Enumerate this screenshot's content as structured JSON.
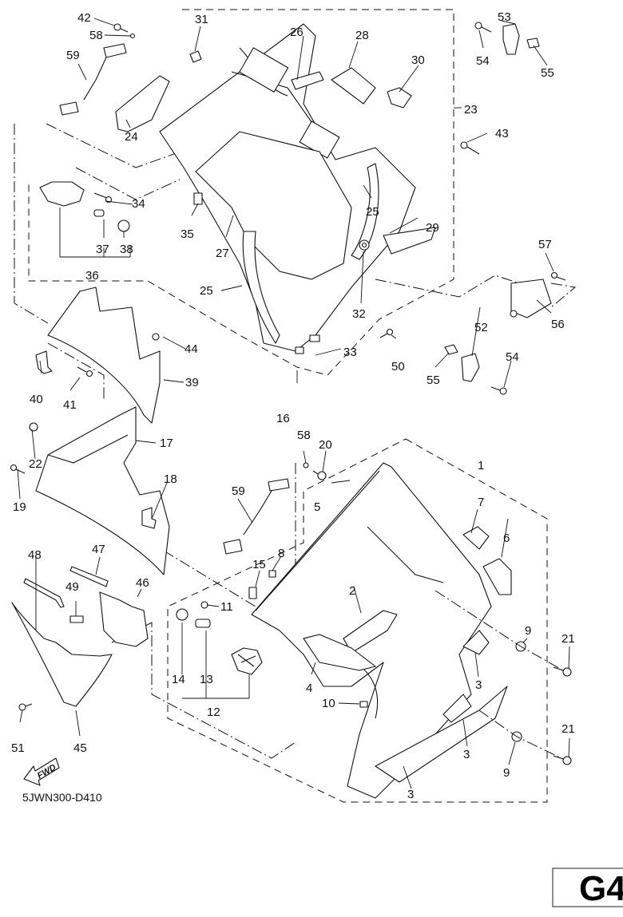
{
  "diagram": {
    "title": "Fairing / cowling exploded parts diagram",
    "drawing_code": "5JWN300-D410",
    "page_tab": "G4",
    "forward_arrow_label": "FWD",
    "callouts": [
      {
        "id": "c1",
        "label": "1"
      },
      {
        "id": "c2",
        "label": "2"
      },
      {
        "id": "c3a",
        "label": "3"
      },
      {
        "id": "c3b",
        "label": "3"
      },
      {
        "id": "c3c",
        "label": "3"
      },
      {
        "id": "c4",
        "label": "4"
      },
      {
        "id": "c5",
        "label": "5"
      },
      {
        "id": "c6",
        "label": "6"
      },
      {
        "id": "c7",
        "label": "7"
      },
      {
        "id": "c8",
        "label": "8"
      },
      {
        "id": "c9a",
        "label": "9"
      },
      {
        "id": "c9b",
        "label": "9"
      },
      {
        "id": "c10",
        "label": "10"
      },
      {
        "id": "c11",
        "label": "11"
      },
      {
        "id": "c12",
        "label": "12"
      },
      {
        "id": "c13",
        "label": "13"
      },
      {
        "id": "c14",
        "label": "14"
      },
      {
        "id": "c15",
        "label": "15"
      },
      {
        "id": "c16",
        "label": "16"
      },
      {
        "id": "c17",
        "label": "17"
      },
      {
        "id": "c18",
        "label": "18"
      },
      {
        "id": "c19",
        "label": "19"
      },
      {
        "id": "c20",
        "label": "20"
      },
      {
        "id": "c21a",
        "label": "21"
      },
      {
        "id": "c21b",
        "label": "21"
      },
      {
        "id": "c22",
        "label": "22"
      },
      {
        "id": "c23",
        "label": "23"
      },
      {
        "id": "c24",
        "label": "24"
      },
      {
        "id": "c25a",
        "label": "25"
      },
      {
        "id": "c25b",
        "label": "25"
      },
      {
        "id": "c26",
        "label": "26"
      },
      {
        "id": "c27",
        "label": "27"
      },
      {
        "id": "c28",
        "label": "28"
      },
      {
        "id": "c29",
        "label": "29"
      },
      {
        "id": "c30",
        "label": "30"
      },
      {
        "id": "c31",
        "label": "31"
      },
      {
        "id": "c32",
        "label": "32"
      },
      {
        "id": "c33",
        "label": "33"
      },
      {
        "id": "c34",
        "label": "34"
      },
      {
        "id": "c35",
        "label": "35"
      },
      {
        "id": "c36",
        "label": "36"
      },
      {
        "id": "c37",
        "label": "37"
      },
      {
        "id": "c38",
        "label": "38"
      },
      {
        "id": "c39",
        "label": "39"
      },
      {
        "id": "c40",
        "label": "40"
      },
      {
        "id": "c41",
        "label": "41"
      },
      {
        "id": "c42",
        "label": "42"
      },
      {
        "id": "c43",
        "label": "43"
      },
      {
        "id": "c44",
        "label": "44"
      },
      {
        "id": "c45",
        "label": "45"
      },
      {
        "id": "c46",
        "label": "46"
      },
      {
        "id": "c47",
        "label": "47"
      },
      {
        "id": "c48",
        "label": "48"
      },
      {
        "id": "c49",
        "label": "49"
      },
      {
        "id": "c50",
        "label": "50"
      },
      {
        "id": "c51",
        "label": "51"
      },
      {
        "id": "c52",
        "label": "52"
      },
      {
        "id": "c53",
        "label": "53"
      },
      {
        "id": "c54a",
        "label": "54"
      },
      {
        "id": "c54b",
        "label": "54"
      },
      {
        "id": "c55a",
        "label": "55"
      },
      {
        "id": "c55b",
        "label": "55"
      },
      {
        "id": "c56",
        "label": "56"
      },
      {
        "id": "c57",
        "label": "57"
      },
      {
        "id": "c58a",
        "label": "58"
      },
      {
        "id": "c58b",
        "label": "58"
      },
      {
        "id": "c59a",
        "label": "59"
      },
      {
        "id": "c59b",
        "label": "59"
      }
    ]
  }
}
